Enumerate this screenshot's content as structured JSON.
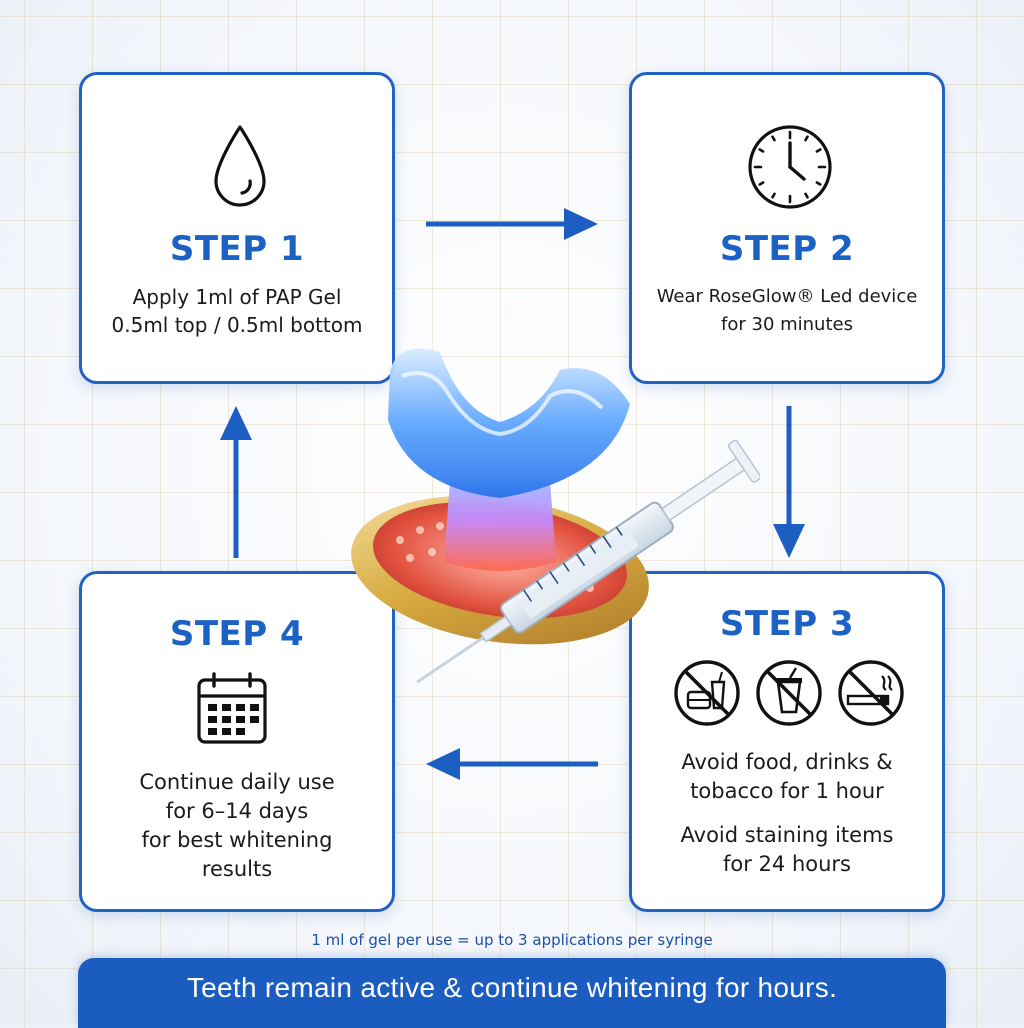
{
  "steps": [
    {
      "title": "STEP 1",
      "lines": [
        "Apply 1ml of PAP Gel",
        "0.5ml top / 0.5ml bottom"
      ],
      "icon": "water-drop-icon"
    },
    {
      "title": "STEP 2",
      "lines": [
        "Wear RoseGlow® Led device",
        "for 30 minutes"
      ],
      "icon": "clock-icon"
    },
    {
      "title": "STEP 3",
      "lines": [
        "Avoid food, drinks &",
        "tobacco for 1 hour",
        "Avoid staining items",
        "for 24 hours"
      ],
      "icons": [
        "no-food-icon",
        "no-drinks-icon",
        "no-smoking-icon"
      ]
    },
    {
      "title": "STEP 4",
      "lines": [
        "Continue daily use",
        "for 6–14 days",
        "for best whitening",
        "results"
      ],
      "icon": "calendar-icon"
    }
  ],
  "note": "1 ml of gel per use = up to 3 applications per syringe",
  "banner": "Teeth remain active & continue whitening for hours.",
  "colors": {
    "accent": "#1c62c4",
    "border": "#1f63c4",
    "banner": "#1b5cc0"
  }
}
